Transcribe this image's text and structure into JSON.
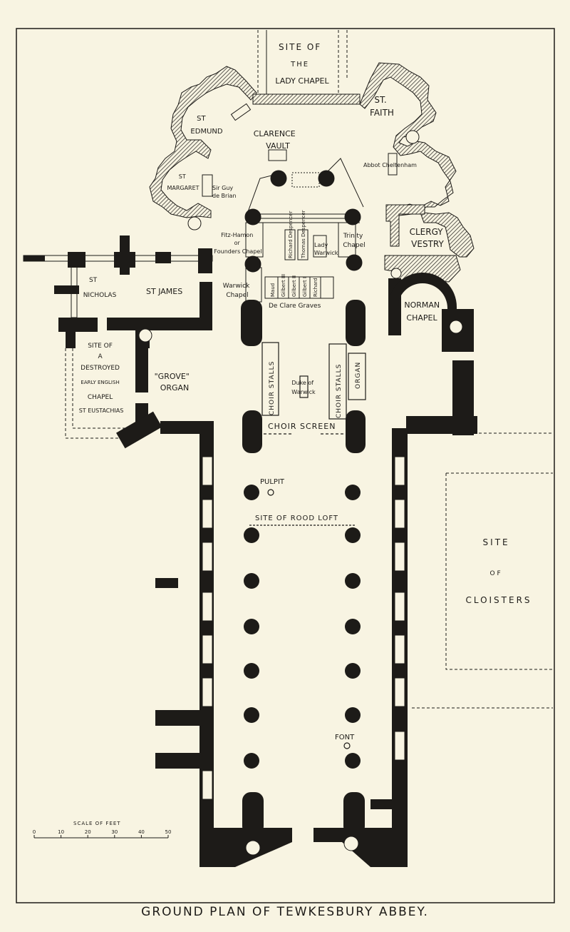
{
  "title": "GROUND PLAN OF TEWKESBURY ABBEY.",
  "colors": {
    "paper": "#f8f4e2",
    "ink": "#1d1b18",
    "hatch": "#3a3834"
  },
  "labels": {
    "lady_chapel": [
      "SITE OF",
      "THE",
      "LADY CHAPEL"
    ],
    "st_edmund": [
      "ST",
      "EDMUND"
    ],
    "st_faith": [
      "ST.",
      "FAITH"
    ],
    "clarence_vault": [
      "CLARENCE",
      "VAULT"
    ],
    "st_margaret": [
      "ST",
      "MARGARET"
    ],
    "sir_guy": [
      "Sir Guy",
      "de Brian"
    ],
    "abbot_cheltenham": "Abbot Cheltenham",
    "clergy_vestry": [
      "CLERGY",
      "VESTRY"
    ],
    "fitz_hamon": [
      "Fitz-Hamon",
      "or",
      "Founders Chapel"
    ],
    "trinity_chapel": [
      "Trinity",
      "Chapel"
    ],
    "despencer_graves": [
      "Richard Despencer",
      "Thomas Despencer"
    ],
    "lady_warwick": [
      "Lady",
      "Warwick"
    ],
    "warwick_chapel": [
      "Warwick",
      "Chapel"
    ],
    "de_clare_names": [
      "Maud",
      "Gilbert III",
      "Gilbert II",
      "Gilbert I",
      "Richard"
    ],
    "de_clare_graves": "De Clare Graves",
    "st_nicholas": [
      "ST",
      "NICHOLAS"
    ],
    "st_james": "ST JAMES",
    "norman_chapel": [
      "NORMAN",
      "CHAPEL"
    ],
    "destroyed_chapel": [
      "SITE OF",
      "A",
      "DESTROYED",
      "EARLY ENGLISH",
      "CHAPEL",
      "ST EUSTACHIAS"
    ],
    "grove_organ": [
      "\"GROVE\"",
      "ORGAN"
    ],
    "choir_stalls": "CHOIR STALLS",
    "duke_of_warwick": [
      "Duke of",
      "Warwick"
    ],
    "organ": "ORGAN",
    "choir_screen": "CHOIR SCREEN",
    "pulpit": "PULPIT",
    "rood_loft": "SITE OF ROOD LOFT",
    "cloisters": [
      "SITE",
      "OF",
      "CLOISTERS"
    ],
    "font": "FONT"
  },
  "scale": {
    "title": "SCALE OF FEET",
    "ticks": [
      "0",
      "10",
      "20",
      "30",
      "40",
      "50"
    ]
  }
}
